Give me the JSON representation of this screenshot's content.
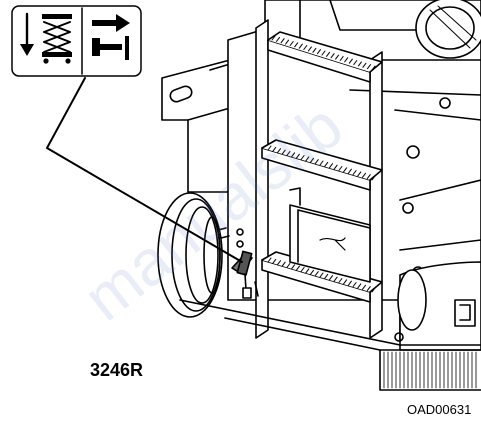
{
  "diagram": {
    "model_label": "3246R",
    "figure_code": "OAD00631",
    "callout_icons": [
      "platform-lower-icon",
      "directional-arrow-icon"
    ],
    "watermark": "manualslib"
  }
}
